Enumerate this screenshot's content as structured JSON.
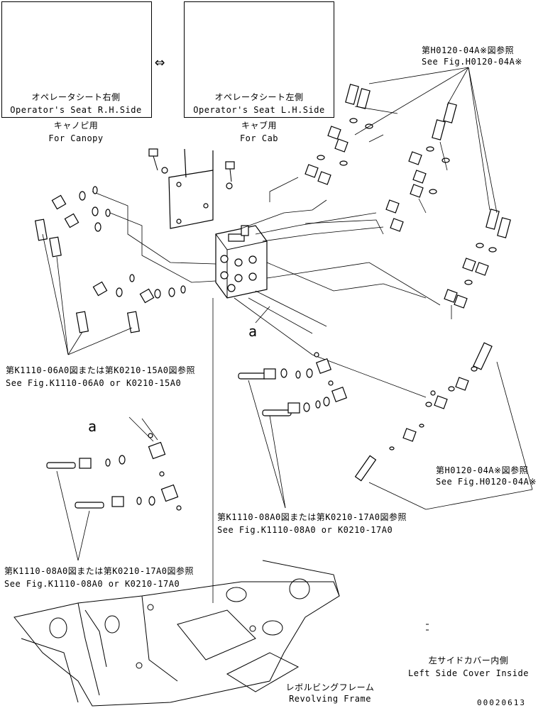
{
  "insets": {
    "canopy": {
      "jp": "オペレータシート右側",
      "en": "Operator's Seat R.H.Side",
      "caption_jp": "キャノピ用",
      "caption_en": "For Canopy"
    },
    "cab": {
      "jp": "オペレータシート左側",
      "en": "Operator's Seat L.H.Side",
      "caption_jp": "キャブ用",
      "caption_en": "For Cab"
    },
    "left_cover": {
      "jp": "左サイドカバー内側",
      "en": "Left Side Cover Inside"
    }
  },
  "arrow_symbol": "⇔",
  "references": {
    "top_right": {
      "jp": "第H0120-04A※図参照",
      "en": "See Fig.H0120-04A※"
    },
    "mid_right": {
      "jp": "第H0120-04A※図参照",
      "en": "See Fig.H0120-04A※"
    },
    "mid_left": {
      "jp": "第K1110-06A0図または第K0210-15A0図参照",
      "en": "See Fig.K1110-06A0 or K0210-15A0"
    },
    "center": {
      "jp": "第K1110-08A0図または第K0210-17A0図参照",
      "en": "See Fig.K1110-08A0 or K0210-17A0"
    },
    "bottom_left": {
      "jp": "第K1110-08A0図または第K0210-17A0図参照",
      "en": "See Fig.K1110-08A0 or K0210-17A0"
    }
  },
  "frame": {
    "jp": "レボルビングフレーム",
    "en": "Revolving Frame"
  },
  "detail_marks": {
    "upper": "a",
    "lower": "a"
  },
  "drawing_number": "00020613"
}
